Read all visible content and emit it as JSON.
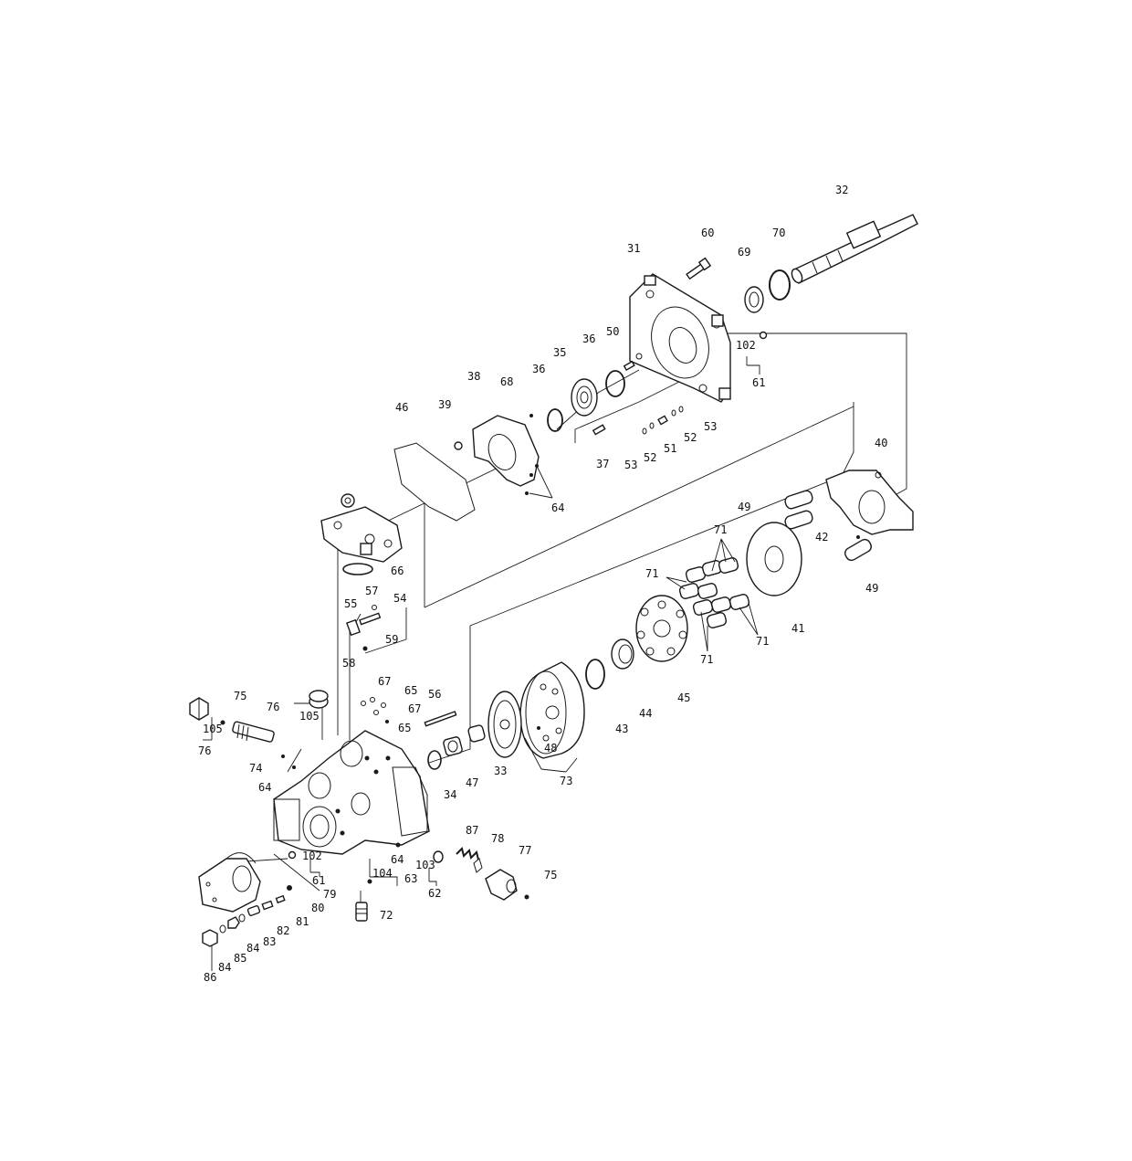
{
  "labels": [
    {
      "id": "32",
      "text": "32"
    },
    {
      "id": "60",
      "text": "60"
    },
    {
      "id": "70",
      "text": "70"
    },
    {
      "id": "31",
      "text": "31"
    },
    {
      "id": "69",
      "text": "69"
    },
    {
      "id": "50",
      "text": "50"
    },
    {
      "id": "102a",
      "text": "102"
    },
    {
      "id": "61a",
      "text": "61"
    },
    {
      "id": "35",
      "text": "35"
    },
    {
      "id": "36a",
      "text": "36"
    },
    {
      "id": "36b",
      "text": "36"
    },
    {
      "id": "38",
      "text": "38"
    },
    {
      "id": "68",
      "text": "68"
    },
    {
      "id": "39",
      "text": "39"
    },
    {
      "id": "46",
      "text": "46"
    },
    {
      "id": "53a",
      "text": "53"
    },
    {
      "id": "52a",
      "text": "52"
    },
    {
      "id": "51",
      "text": "51"
    },
    {
      "id": "52b",
      "text": "52"
    },
    {
      "id": "53b",
      "text": "53"
    },
    {
      "id": "37",
      "text": "37"
    },
    {
      "id": "64a",
      "text": "64"
    },
    {
      "id": "40",
      "text": "40"
    },
    {
      "id": "49a",
      "text": "49"
    },
    {
      "id": "42",
      "text": "42"
    },
    {
      "id": "49b",
      "text": "49"
    },
    {
      "id": "71a",
      "text": "71"
    },
    {
      "id": "71b",
      "text": "71"
    },
    {
      "id": "71c",
      "text": "71"
    },
    {
      "id": "71d",
      "text": "71"
    },
    {
      "id": "41",
      "text": "41"
    },
    {
      "id": "66",
      "text": "66"
    },
    {
      "id": "57",
      "text": "57"
    },
    {
      "id": "55",
      "text": "55"
    },
    {
      "id": "54",
      "text": "54"
    },
    {
      "id": "59",
      "text": "59"
    },
    {
      "id": "58",
      "text": "58"
    },
    {
      "id": "45",
      "text": "45"
    },
    {
      "id": "44",
      "text": "44"
    },
    {
      "id": "43",
      "text": "43"
    },
    {
      "id": "67a",
      "text": "67"
    },
    {
      "id": "65a",
      "text": "65"
    },
    {
      "id": "67b",
      "text": "67"
    },
    {
      "id": "65b",
      "text": "65"
    },
    {
      "id": "56",
      "text": "56"
    },
    {
      "id": "75a",
      "text": "75"
    },
    {
      "id": "76a",
      "text": "76"
    },
    {
      "id": "105a",
      "text": "105"
    },
    {
      "id": "105b",
      "text": "105"
    },
    {
      "id": "76b",
      "text": "76"
    },
    {
      "id": "74",
      "text": "74"
    },
    {
      "id": "64b",
      "text": "64"
    },
    {
      "id": "48",
      "text": "48"
    },
    {
      "id": "73",
      "text": "73"
    },
    {
      "id": "33",
      "text": "33"
    },
    {
      "id": "47",
      "text": "47"
    },
    {
      "id": "34",
      "text": "34"
    },
    {
      "id": "87",
      "text": "87"
    },
    {
      "id": "78",
      "text": "78"
    },
    {
      "id": "77",
      "text": "77"
    },
    {
      "id": "75b",
      "text": "75"
    },
    {
      "id": "102b",
      "text": "102"
    },
    {
      "id": "64c",
      "text": "64"
    },
    {
      "id": "103",
      "text": "103"
    },
    {
      "id": "61b",
      "text": "61"
    },
    {
      "id": "104",
      "text": "104"
    },
    {
      "id": "63",
      "text": "63"
    },
    {
      "id": "62",
      "text": "62"
    },
    {
      "id": "79",
      "text": "79"
    },
    {
      "id": "80",
      "text": "80"
    },
    {
      "id": "81",
      "text": "81"
    },
    {
      "id": "82",
      "text": "82"
    },
    {
      "id": "83",
      "text": "83"
    },
    {
      "id": "84a",
      "text": "84"
    },
    {
      "id": "85",
      "text": "85"
    },
    {
      "id": "84b",
      "text": "84"
    },
    {
      "id": "86",
      "text": "86"
    },
    {
      "id": "72",
      "text": "72"
    }
  ]
}
